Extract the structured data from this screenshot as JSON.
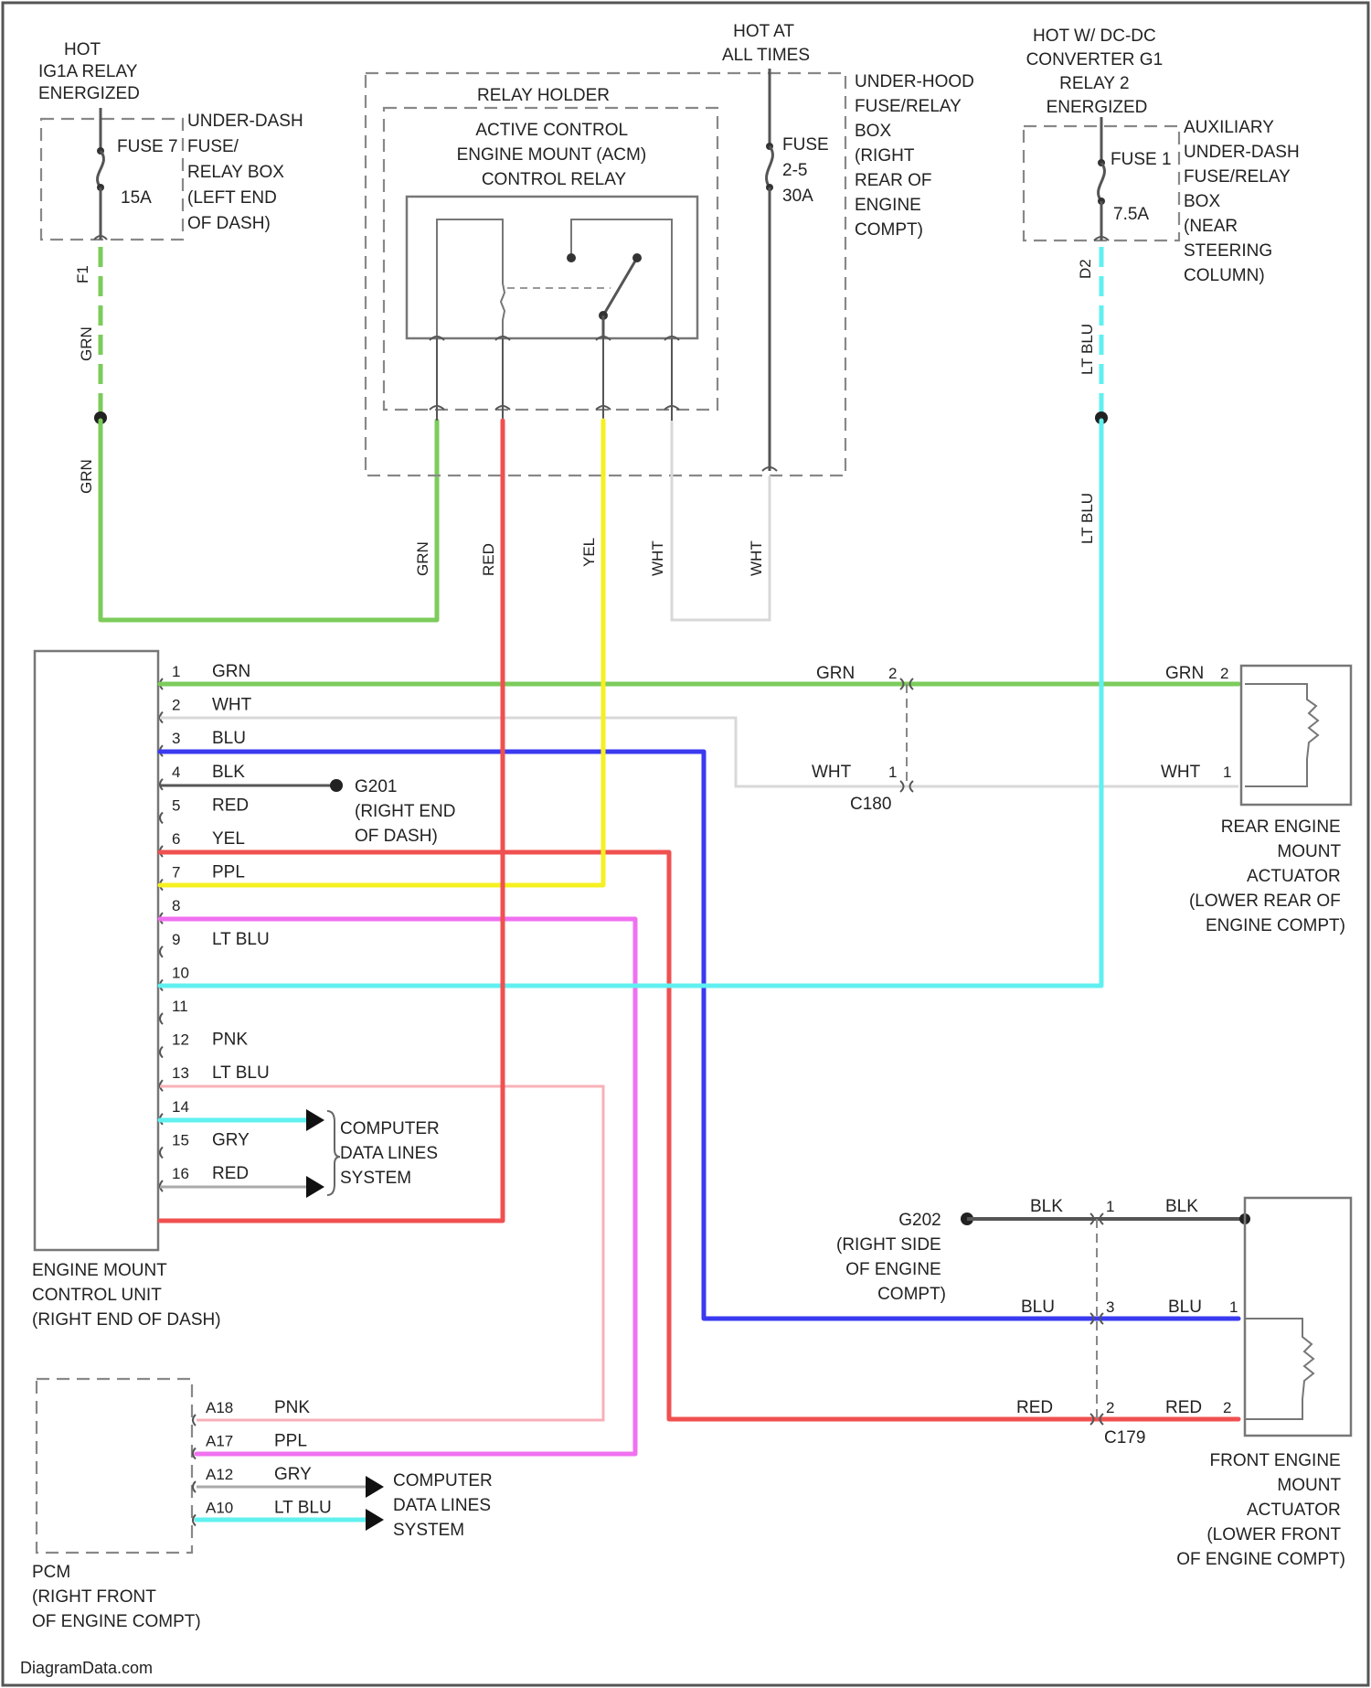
{
  "colors": {
    "GRN": "#7ccc5c",
    "WHT": "#d8d8d8",
    "BLU": "#3a3af0",
    "BLK": "#555555",
    "RED": "#f05050",
    "YEL": "#f6f020",
    "PPL": "#f070f0",
    "LTBLU": "#60f0f0",
    "PNK": "#f8b0b8",
    "GRY": "#aaaaaa",
    "frame": "#555555"
  },
  "power": {
    "left_source": "HOT IG1A RELAY ENERGIZED",
    "left_fuse": "FUSE 7",
    "left_amp": "15A",
    "left_box": "UNDER-DASH FUSE/ RELAY BOX (LEFT END OF DASH)",
    "left_term": "F1",
    "center_source": "HOT AT ALL TIMES",
    "center_fuse": "FUSE 2-5",
    "center_amp": "30A",
    "center_box": "UNDER-HOOD FUSE/RELAY BOX (RIGHT REAR OF ENGINE COMPT)",
    "right_source": "HOT W/ DC-DC CONVERTER G1 RELAY 2 ENERGIZED",
    "right_fuse": "FUSE 1",
    "right_amp": "7.5A",
    "right_box": "AUXILIARY UNDER-DASH FUSE/RELAY BOX (NEAR STEERING COLUMN)",
    "right_term": "D2"
  },
  "relay": {
    "holder": "RELAY HOLDER",
    "name": "ACTIVE CONTROL ENGINE MOUNT (ACM) CONTROL RELAY"
  },
  "wires": {
    "grn": "GRN",
    "red": "RED",
    "yel": "YEL",
    "wht": "WHT",
    "ltblu": "LT BLU"
  },
  "ecu_pins": [
    {
      "num": "1",
      "color": "GRN"
    },
    {
      "num": "2",
      "color": "WHT"
    },
    {
      "num": "3",
      "color": "BLU"
    },
    {
      "num": "4",
      "color": "BLK"
    },
    {
      "num": "5",
      "color": "RED"
    },
    {
      "num": "6",
      "color": "YEL"
    },
    {
      "num": "7",
      "color": "PPL"
    },
    {
      "num": "8",
      "color": ""
    },
    {
      "num": "9",
      "color": "LT BLU"
    },
    {
      "num": "10",
      "color": ""
    },
    {
      "num": "11",
      "color": ""
    },
    {
      "num": "12",
      "color": "PNK"
    },
    {
      "num": "13",
      "color": "LT BLU"
    },
    {
      "num": "14",
      "color": ""
    },
    {
      "num": "15",
      "color": "GRY"
    },
    {
      "num": "16",
      "color": "RED"
    }
  ],
  "ecu": {
    "name": "ENGINE MOUNT CONTROL UNIT (RIGHT END OF DASH)"
  },
  "ground_g201": "G201 (RIGHT END OF DASH)",
  "ground_g202": "G202 (RIGHT SIDE OF ENGINE COMPT)",
  "data_lines": "COMPUTER DATA LINES SYSTEM",
  "rear_actuator": {
    "name": "REAR ENGINE MOUNT ACTUATOR (LOWER REAR OF ENGINE COMPT)",
    "connector": "C180",
    "grn_pin": "2",
    "wht_pin": "1"
  },
  "front_actuator": {
    "name": "FRONT ENGINE MOUNT ACTUATOR (LOWER FRONT OF ENGINE COMPT)",
    "connector": "C179",
    "blk_pin": "1",
    "blu_pin": "3",
    "red_pin": "2"
  },
  "pcm": {
    "name": "PCM (RIGHT FRONT OF ENGINE COMPT)",
    "pins": [
      {
        "num": "A18",
        "color": "PNK"
      },
      {
        "num": "A17",
        "color": "PPL"
      },
      {
        "num": "A12",
        "color": "GRY"
      },
      {
        "num": "A10",
        "color": "LT BLU"
      }
    ]
  },
  "watermark": "DiagramData.com"
}
